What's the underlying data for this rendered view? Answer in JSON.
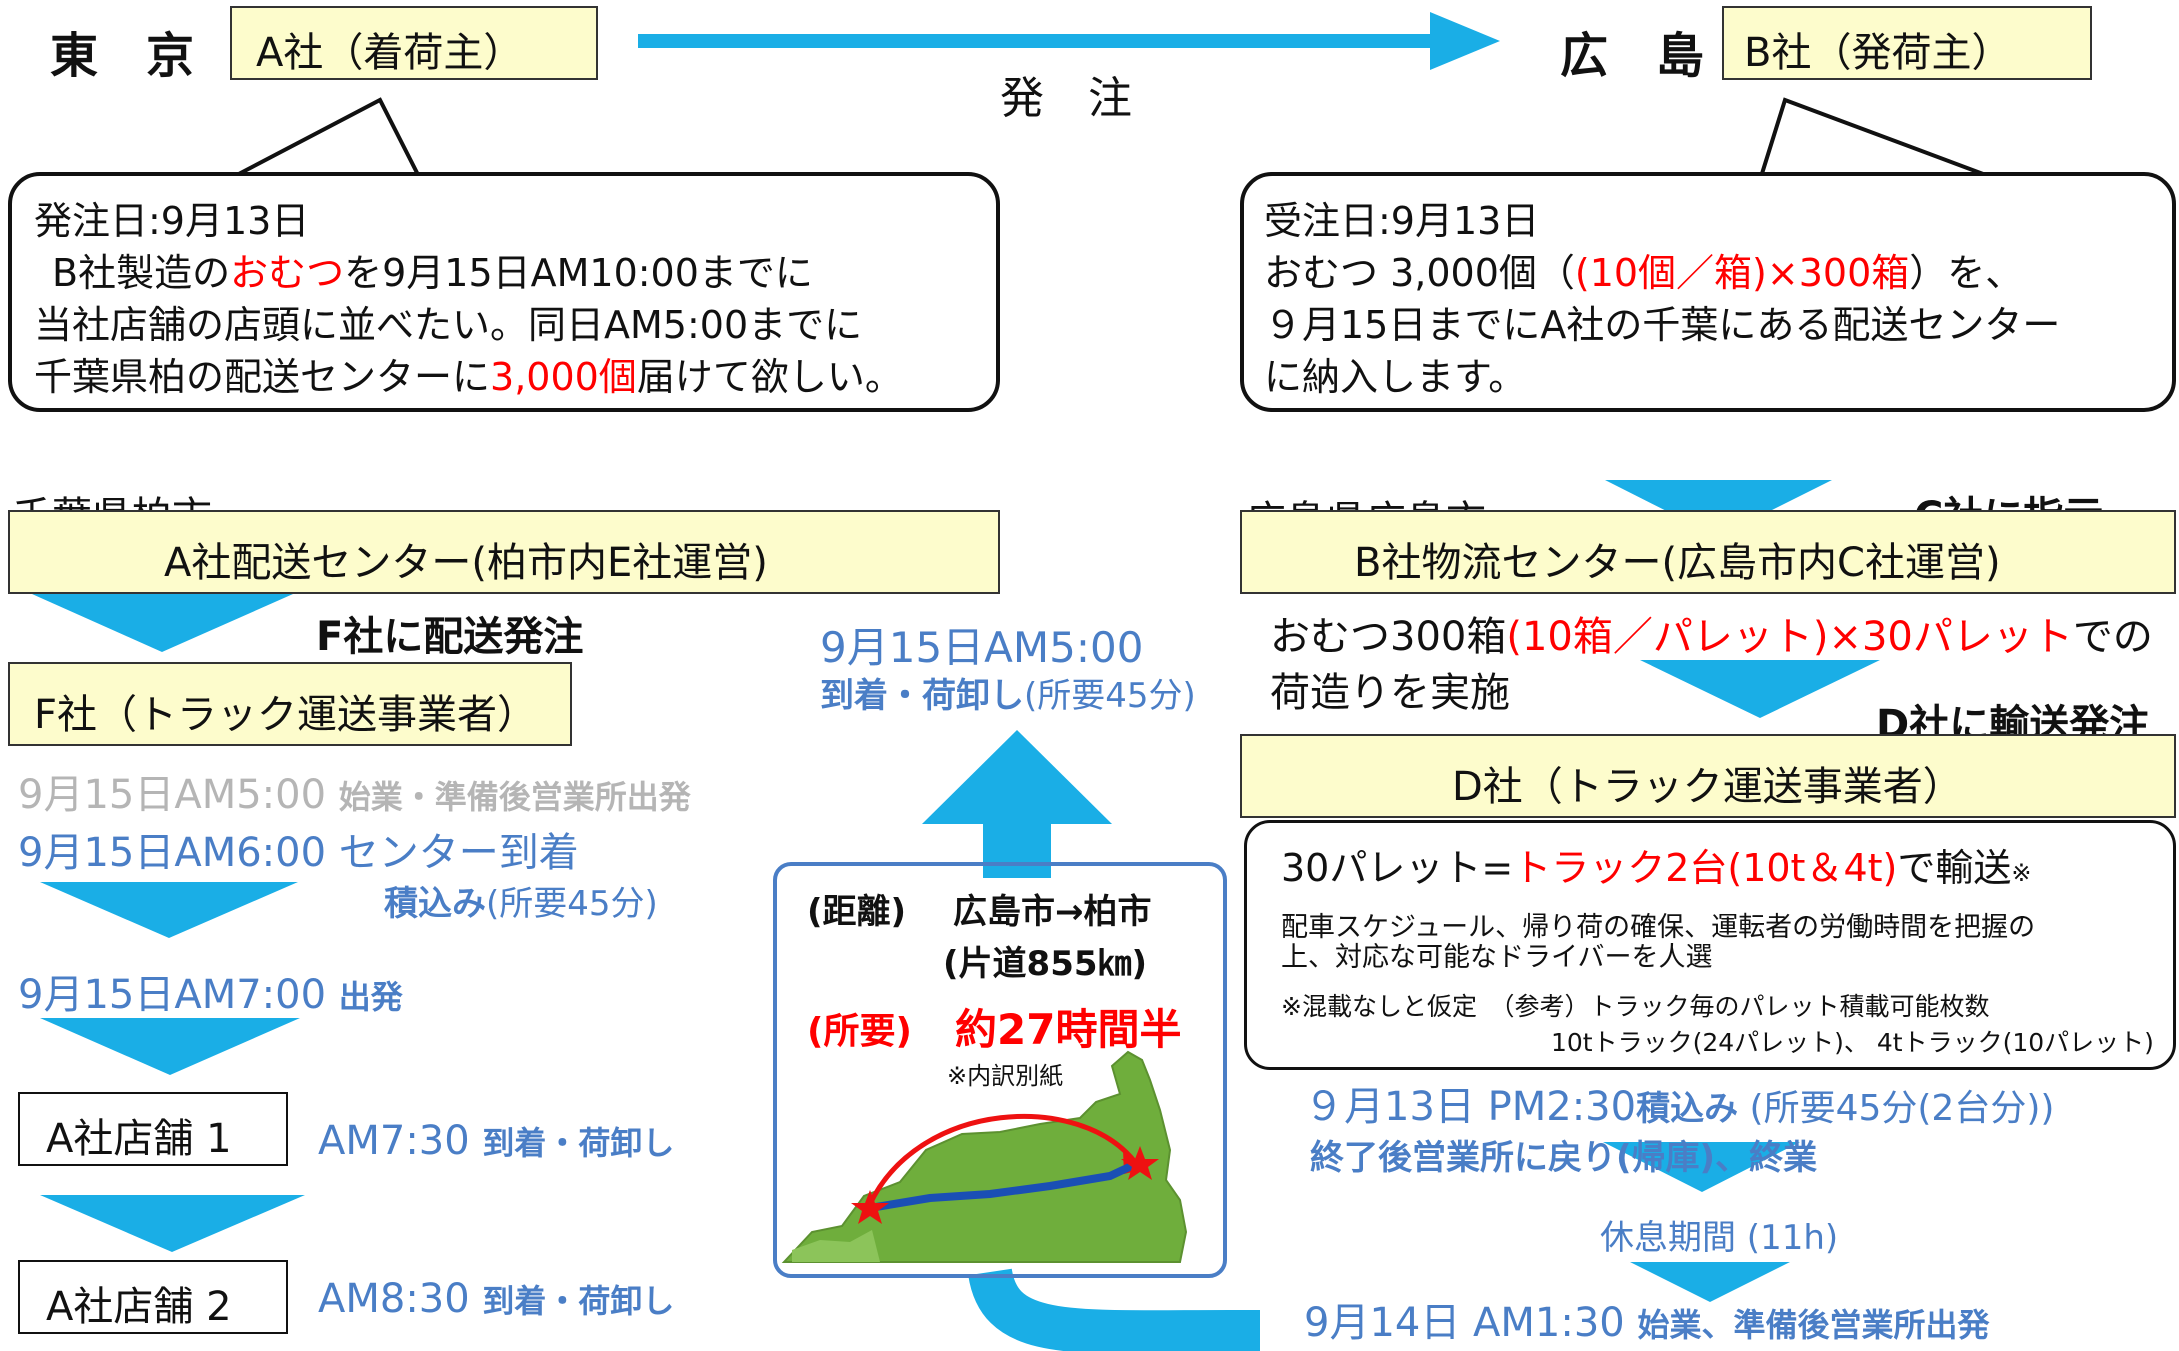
{
  "header": {
    "tokyo": "東　京",
    "company_a_client": "A社（着荷主）",
    "order": "発　注",
    "hiroshima": "広　島",
    "company_b_shipper": "B社（発荷主）"
  },
  "bubble_left": {
    "line1": "発注日:9月13日",
    "line2a": "B社製造の",
    "line2b": "おむつ",
    "line2c": "を9月15日AM10:00までに",
    "line3": "当社店舗の店頭に並べたい。同日AM5:00までに",
    "line4a": "千葉県柏の配送センターに",
    "line4b": "3,000個",
    "line4c": "届けて欲しい。"
  },
  "bubble_right": {
    "line1": "受注日:9月13日",
    "line2a": "おむつ 3,000個（",
    "line2b": "(10個／箱)×300箱",
    "line2c": "）を、",
    "line3": "９月15日までにA社の千葉にある配送センター",
    "line4": "に納入します。"
  },
  "left": {
    "location": "千葉県柏市",
    "center": "A社配送センター(柏市内E社運営)",
    "f_order": "F社に配送発注",
    "f_company": "F社（トラック運送事業者）",
    "t1_time": "9月15日AM5:00",
    "t1_text": "始業・準備後営業所出発",
    "t2_time": "9月15日AM6:00",
    "t2_text": "センター到着",
    "load_bold": "積込み",
    "load_rest": "(所要45分)",
    "t3_time": "9月15日AM7:00",
    "t3_text": "出発",
    "store1": "A社店舗 1",
    "store1_time": "AM7:30",
    "store1_text": "到着・荷卸し",
    "store2": "A社店舗 2",
    "store2_time": "AM8:30",
    "store2_text": "到着・荷卸し"
  },
  "middle": {
    "arrive_time": "9月15日AM5:00",
    "arrive_bold": "到着・荷卸し",
    "arrive_rest": "(所要45分)",
    "dist_label": "(距離)",
    "dist_route": "広島市→柏市",
    "dist_value": "(片道855㎞)",
    "req_label": "(所要)",
    "req_value": "約27時間半",
    "note": "※内訳別紙"
  },
  "right": {
    "location": "広島県広島市",
    "c_instruct": "C社に指示",
    "center": "B社物流センター(広島市内C社運営)",
    "pack1a": "おむつ300箱",
    "pack1b": "(10箱／パレット)×30パレット",
    "pack1c": "での",
    "pack2": "荷造りを実施",
    "d_order": "D社に輸送発注",
    "d_company": "D社（トラック運送事業者）",
    "truck_a": "30パレット=",
    "truck_b": "トラック2台(10t＆4t)",
    "truck_c": "で輸送",
    "truck_mark": "※",
    "sched1": "配車スケジュール、帰り荷の確保、運転者の労働時間を把握の",
    "sched2": "上、対応な可能なドライバーを人選",
    "note1": "※混載なしと仮定　（参考）トラック毎のパレット積載可能枚数",
    "note2": "10tトラック(24パレット)、 4tトラック(10パレット)",
    "load_time": "９月13日 PM2:30",
    "load_bold": "積込み",
    "load_rest": " (所要45分(2台分))",
    "return_text": "終了後営業所に戻り(帰庫)、終業",
    "rest": "休息期間 (11h)",
    "start_time": "9月14日 AM1:30",
    "start_text": "始業、準備後営業所出発"
  },
  "colors": {
    "arrow": "#1aaee6",
    "red": "#ff0000",
    "blue_text": "#4a7ec6",
    "yellow_box": "#fdfccc"
  }
}
